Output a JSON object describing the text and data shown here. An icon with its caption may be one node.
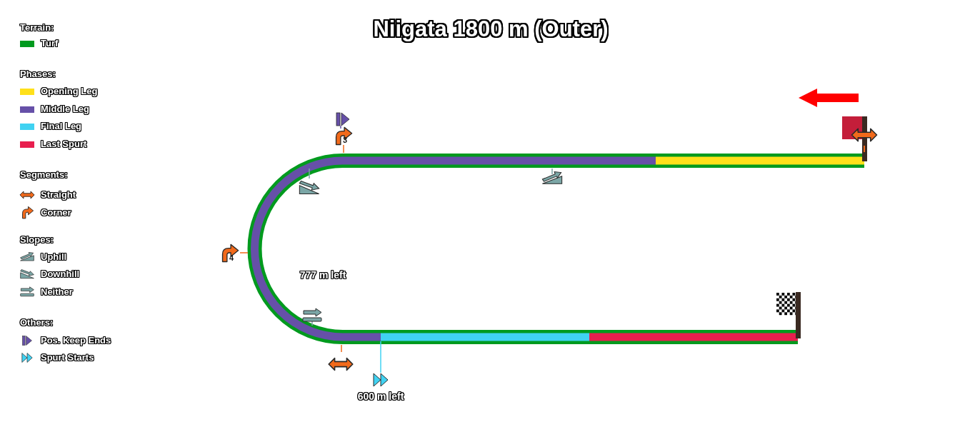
{
  "diagram": {
    "title": "Niigata 1800 m (Outer)",
    "labels": [
      "Terrain:",
      "Phases:",
      "Segments:",
      "Slopes:",
      "Others:",
      "3",
      "4",
      "777 m left",
      "600 m left"
    ],
    "legend": [
      {
        "text": "Turf",
        "color": "#009a1e"
      },
      {
        "text": "Opening Leg",
        "color": "#ffe01a"
      },
      {
        "text": "Middle Leg",
        "color": "#6650a8"
      },
      {
        "text": "Final Leg",
        "color": "#40d2f2"
      },
      {
        "text": "Last Spurt",
        "color": "#e81e4e"
      },
      {
        "text": "Straight"
      },
      {
        "text": "Corner"
      },
      {
        "text": "Uphill"
      },
      {
        "text": "Downhill"
      },
      {
        "text": "Neither"
      },
      {
        "text": "Pos. Keep Ends"
      },
      {
        "text": "Spurt Starts"
      }
    ]
  }
}
